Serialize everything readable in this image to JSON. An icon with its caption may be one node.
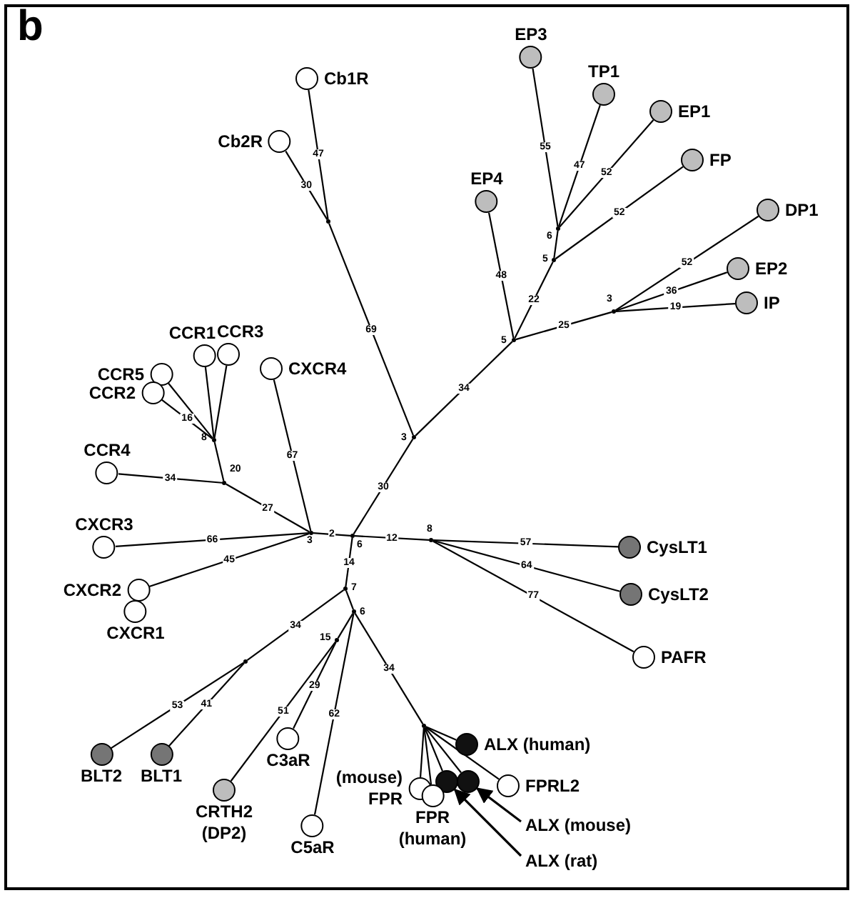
{
  "diagram": {
    "nodes": [
      {
        "text": [
          "Cb1R"
        ]
      },
      {
        "text": [
          "Cb2R"
        ]
      },
      {
        "text": [
          "EP3"
        ]
      },
      {
        "text": [
          "TP1"
        ]
      },
      {
        "text": [
          "EP1"
        ]
      },
      {
        "text": [
          "FP"
        ]
      },
      {
        "text": [
          "EP4"
        ]
      },
      {
        "text": [
          "DP1"
        ]
      },
      {
        "text": [
          "EP2"
        ]
      },
      {
        "text": [
          "IP"
        ]
      },
      {
        "text": [
          "CCR1"
        ]
      },
      {
        "text": [
          "CCR3"
        ]
      },
      {
        "text": [
          "CCR5"
        ]
      },
      {
        "text": [
          "CCR2"
        ]
      },
      {
        "text": [
          "CXCR4"
        ]
      },
      {
        "text": [
          "CCR4"
        ]
      },
      {
        "text": [
          "CXCR3"
        ]
      },
      {
        "text": [
          "CXCR2"
        ]
      },
      {
        "text": [
          "CXCR1"
        ]
      },
      {
        "text": [
          "CysLT1"
        ]
      },
      {
        "text": [
          "CysLT2"
        ]
      },
      {
        "text": [
          "PAFR"
        ]
      },
      {
        "text": [
          "BLT2"
        ]
      },
      {
        "text": [
          "BLT1"
        ]
      },
      {
        "text": [
          "CRTH2 (DP2)"
        ]
      },
      {
        "text": [
          "C3aR"
        ]
      },
      {
        "text": [
          "C5aR"
        ]
      },
      {
        "text": [
          "ALX (human)"
        ]
      },
      {
        "text": [
          "(mouse) FPR"
        ]
      },
      {
        "text": [],
        "shape": "circle"
      },
      {
        "text": [],
        "shape": "circle"
      },
      {
        "text": [
          "FPR (human)"
        ]
      },
      {
        "text": [
          "FPRL2"
        ]
      },
      {
        "text": [
          "ALX (mouse)"
        ]
      },
      {
        "text": [
          "ALX (rat)"
        ]
      },
      {
        "text": [],
        "shape": "dot",
        "beside": [
          "3"
        ]
      },
      {
        "text": [],
        "shape": "dot",
        "beside": [
          "6"
        ]
      },
      {
        "text": [],
        "shape": "dot",
        "beside": [
          "3"
        ]
      },
      {
        "text": [],
        "shape": "dot"
      },
      {
        "text": [],
        "shape": "dot",
        "beside": [
          "5"
        ]
      },
      {
        "text": [],
        "shape": "dot",
        "beside": [
          "5"
        ]
      },
      {
        "text": [],
        "shape": "dot",
        "beside": [
          "6"
        ]
      },
      {
        "text": [],
        "shape": "dot",
        "beside": [
          "3"
        ]
      },
      {
        "text": [],
        "shape": "dot",
        "beside": [
          "20"
        ]
      },
      {
        "text": [],
        "shape": "dot",
        "beside": [
          "8"
        ]
      },
      {
        "text": [],
        "shape": "dot",
        "beside": [
          "8"
        ]
      },
      {
        "text": [],
        "shape": "dot",
        "beside": [
          "7"
        ]
      },
      {
        "text": [],
        "shape": "dot",
        "beside": [
          "6"
        ]
      },
      {
        "text": [],
        "shape": "dot",
        "beside": [
          "15"
        ]
      },
      {
        "text": [],
        "shape": "dot"
      },
      {
        "text": [],
        "shape": "dot"
      }
    ],
    "edges": [
      {
        "from": 36,
        "to": 35,
        "arrow": "none",
        "label": "2"
      },
      {
        "from": 36,
        "to": 37,
        "arrow": "none",
        "label": "30"
      },
      {
        "from": 37,
        "to": 38,
        "arrow": "none",
        "label": "69"
      },
      {
        "from": 38,
        "to": 0,
        "arrow": "none",
        "label": "47"
      },
      {
        "from": 38,
        "to": 1,
        "arrow": "none",
        "label": "30"
      },
      {
        "from": 37,
        "to": 39,
        "arrow": "none",
        "label": "34"
      },
      {
        "from": 39,
        "to": 6,
        "arrow": "none",
        "label": "48"
      },
      {
        "from": 39,
        "to": 40,
        "arrow": "none",
        "label": "22"
      },
      {
        "from": 40,
        "to": 5,
        "arrow": "none",
        "label": "52"
      },
      {
        "from": 40,
        "to": 41,
        "arrow": "none"
      },
      {
        "from": 41,
        "to": 4,
        "arrow": "none",
        "label": "52"
      },
      {
        "from": 41,
        "to": 3,
        "arrow": "none",
        "label": "47"
      },
      {
        "from": 41,
        "to": 2,
        "arrow": "none",
        "label": "55"
      },
      {
        "from": 39,
        "to": 42,
        "arrow": "none",
        "label": "25"
      },
      {
        "from": 42,
        "to": 7,
        "arrow": "none",
        "label": "52"
      },
      {
        "from": 42,
        "to": 8,
        "arrow": "none",
        "label": "36"
      },
      {
        "from": 42,
        "to": 9,
        "arrow": "none",
        "label": "19"
      },
      {
        "from": 35,
        "to": 14,
        "arrow": "none",
        "label": "67"
      },
      {
        "from": 35,
        "to": 43,
        "arrow": "none",
        "label": "27"
      },
      {
        "from": 43,
        "to": 15,
        "arrow": "none",
        "label": "34"
      },
      {
        "from": 43,
        "to": 44,
        "arrow": "none"
      },
      {
        "from": 44,
        "to": 13,
        "arrow": "none",
        "label": "16"
      },
      {
        "from": 44,
        "to": 12,
        "arrow": "none"
      },
      {
        "from": 44,
        "to": 10,
        "arrow": "none"
      },
      {
        "from": 44,
        "to": 11,
        "arrow": "none"
      },
      {
        "from": 35,
        "to": 16,
        "arrow": "none",
        "label": "66"
      },
      {
        "from": 35,
        "to": 17,
        "arrow": "none",
        "label": "45"
      },
      {
        "from": 36,
        "to": 45,
        "arrow": "none",
        "label": "12"
      },
      {
        "from": 45,
        "to": 19,
        "arrow": "none",
        "label": "57"
      },
      {
        "from": 45,
        "to": 20,
        "arrow": "none",
        "label": "64"
      },
      {
        "from": 45,
        "to": 21,
        "arrow": "none",
        "label": "77"
      },
      {
        "from": 36,
        "to": 46,
        "arrow": "none",
        "label": "14"
      },
      {
        "from": 46,
        "to": 49,
        "arrow": "none",
        "label": "34"
      },
      {
        "from": 49,
        "to": 22,
        "arrow": "none",
        "label": "53"
      },
      {
        "from": 49,
        "to": 23,
        "arrow": "none",
        "label": "41"
      },
      {
        "from": 46,
        "to": 47,
        "arrow": "none"
      },
      {
        "from": 47,
        "to": 48,
        "arrow": "none"
      },
      {
        "from": 48,
        "to": 24,
        "arrow": "none",
        "label": "51"
      },
      {
        "from": 48,
        "to": 25,
        "arrow": "none",
        "label": "29"
      },
      {
        "from": 47,
        "to": 26,
        "arrow": "none",
        "label": "62"
      },
      {
        "from": 47,
        "to": 50,
        "arrow": "none",
        "label": "34"
      },
      {
        "from": 50,
        "to": 27,
        "arrow": "none"
      },
      {
        "from": 50,
        "to": 28,
        "arrow": "none"
      },
      {
        "from": 50,
        "to": 29,
        "arrow": "none"
      },
      {
        "from": 50,
        "to": 30,
        "arrow": "none"
      },
      {
        "from": 50,
        "to": 31,
        "arrow": "none"
      },
      {
        "from": 50,
        "to": 32,
        "arrow": "none"
      },
      {
        "from": 33,
        "to": 30,
        "arrow": "to"
      },
      {
        "from": 34,
        "to": 29,
        "arrow": "to"
      }
    ],
    "labels": [
      "b"
    ]
  }
}
